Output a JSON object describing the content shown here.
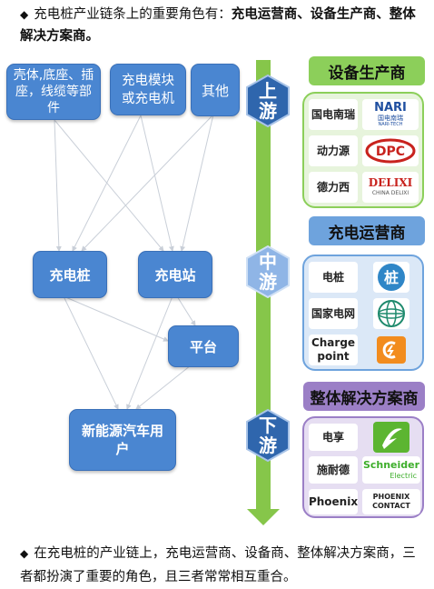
{
  "intro": {
    "bullet": "◆",
    "lead": "充电桩产业链条上的重要角色有：",
    "emphasis": "充电运营商、设备生产商、整体解决方案商。"
  },
  "nodes": {
    "shell": "壳体,底座、插座，线缆等部件",
    "module": "充电模块或充电机",
    "other": "其他",
    "pile": "充电桩",
    "station": "充电站",
    "platform": "平台",
    "users": "新能源汽车用户"
  },
  "stages": {
    "upstream": [
      "上",
      "游"
    ],
    "midstream": [
      "中",
      "游"
    ],
    "downstream": [
      "下",
      "游"
    ]
  },
  "categories": {
    "equipment": {
      "title": "设备生产商",
      "companies": [
        {
          "name": "国电南瑞",
          "logo_text": "NARI",
          "logo_sub": "国电南瑞",
          "logo_sub2": "NARI-TECH"
        },
        {
          "name": "动力源",
          "logo_text": "DPC",
          "logo_sub": "",
          "logo_sub2": ""
        },
        {
          "name": "德力西",
          "logo_text": "DELIXI",
          "logo_sub": "CHINA DELIXI",
          "logo_sub2": ""
        }
      ]
    },
    "operator": {
      "title": "充电运营商",
      "companies": [
        {
          "name": "电桩",
          "logo_text": "桩"
        },
        {
          "name": "国家电网",
          "logo_text": ""
        },
        {
          "name": "Charge point",
          "logo_text": ""
        }
      ]
    },
    "solution": {
      "title": "整体解决方案商",
      "companies": [
        {
          "name": "电享",
          "logo_text": ""
        },
        {
          "name": "施耐德",
          "logo_text": "Schneider",
          "logo_sub": "Electric"
        },
        {
          "name": "Phoenix",
          "logo_text": "PHOENIX",
          "logo_sub": "CONTACT"
        }
      ]
    }
  },
  "conclusion": {
    "bullet": "◆",
    "text": "在充电桩的产业链上，充电运营商、设备商、整体解决方案商，三者都扮演了重要的角色，且三者常常相互重合。"
  },
  "colors": {
    "node_blue": "#4a86d1",
    "arrow_green": "#86c64a",
    "hex_blue": "#2f66ad",
    "equipment_green": "#8ccf5a",
    "operator_blue": "#6ea3dd",
    "solution_purple": "#9b7fc6"
  }
}
